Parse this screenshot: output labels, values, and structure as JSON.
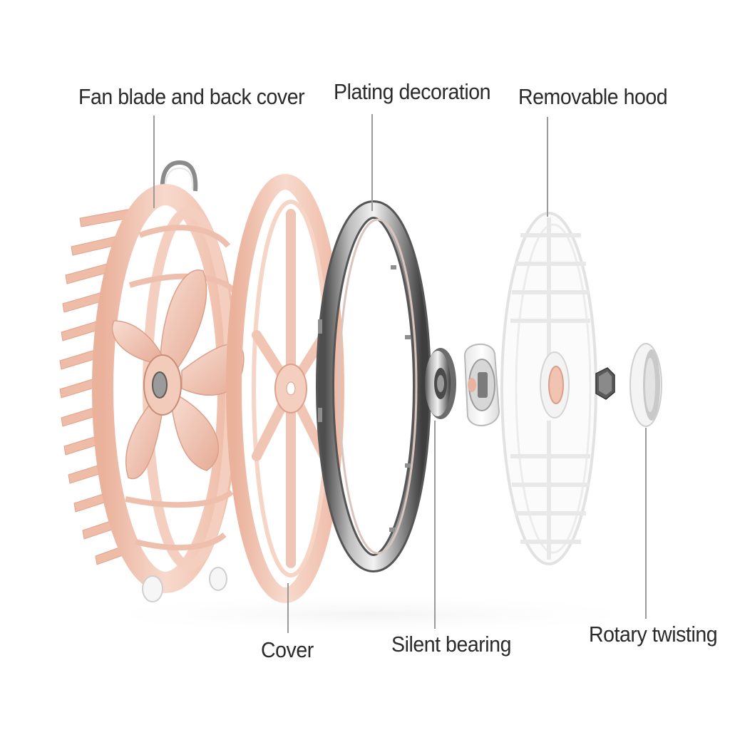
{
  "labels": {
    "fan_blade": "Fan blade and back cover",
    "plating": "Plating decoration",
    "hood": "Removable hood",
    "cover": "Cover",
    "bearing": "Silent bearing",
    "rotary": "Rotary twisting"
  },
  "colors": {
    "pink_light": "#f6d8cb",
    "pink": "#f1c3b1",
    "pink_dark": "#e2a892",
    "silver_light": "#e8e8e8",
    "silver": "#a8a8a8",
    "silver_dark": "#5c5c5c",
    "white_part": "#fbfbfb",
    "leader_line": "#9a9a9a",
    "text": "#2a2a2a"
  }
}
